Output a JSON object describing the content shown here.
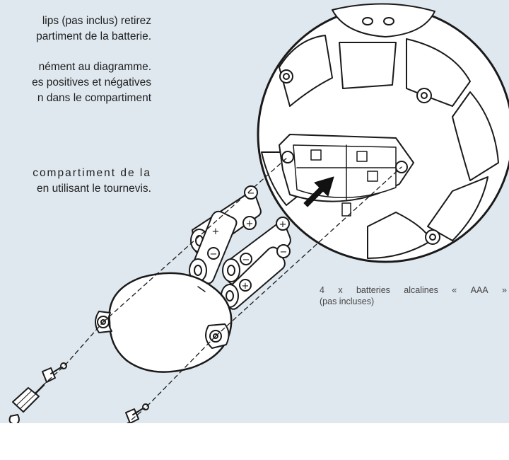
{
  "instructions": {
    "lines": [
      "lips (pas inclus) retirez",
      "partiment de la batterie.",
      "nément au diagramme.",
      "es positives et négatives",
      "n dans le compartiment",
      "compartiment de la",
      "en utilisant le tournevis."
    ]
  },
  "caption": {
    "line1_parts": [
      "4",
      "x",
      "batteries",
      "alcalines",
      "«",
      "AAA",
      "»"
    ],
    "line2": "(pas incluses)"
  },
  "battery_symbols": {
    "plus": "+",
    "minus": "−"
  },
  "colors": {
    "panel_background": "#dfe8ef",
    "line_art": "#1a1a1a",
    "fill_white": "#ffffff",
    "arrow": "#111111"
  }
}
